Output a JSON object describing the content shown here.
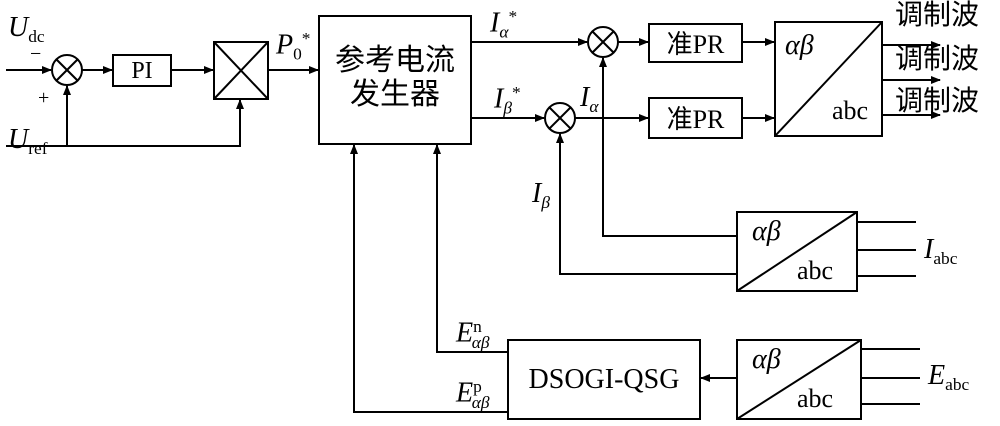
{
  "blocks": {
    "pi": "PI",
    "ref_gen_line1": "参考电流",
    "ref_gen_line2": "发生器",
    "pr_alpha": "准PR",
    "pr_beta": "准PR",
    "dsogi": "DSOGI-QSG",
    "transform_top": "αβ",
    "transform_bottom": "abc"
  },
  "signals": {
    "udc_main": "U",
    "udc_sub": "dc",
    "uref_main": "U",
    "uref_sub": "ref",
    "p0_main": "P",
    "p0_sub": "0",
    "p0_sup": "*",
    "ia_star_main": "I",
    "ia_star_sub": "α",
    "ia_star_sup": "*",
    "ib_star_main": "I",
    "ib_star_sub": "β",
    "ib_star_sup": "*",
    "ia_main": "I",
    "ia_sub": "α",
    "ib_main": "I",
    "ib_sub": "β",
    "iabc_main": "I",
    "iabc_sub": "abc",
    "eabc_main": "E",
    "eabc_sub": "abc",
    "en_main": "E",
    "en_sub": "αβ",
    "en_sup": "n",
    "ep_main": "E",
    "ep_sub": "αβ",
    "ep_sup": "p",
    "minus": "−",
    "plus": "+"
  },
  "outputs": [
    "调制波",
    "调制波",
    "调制波"
  ]
}
